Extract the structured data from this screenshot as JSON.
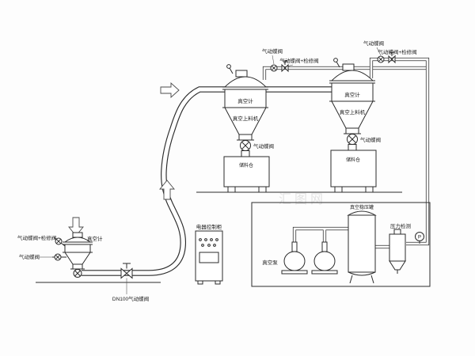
{
  "watermark": {
    "text": "汇图网"
  },
  "station": {
    "valve_service_label": "气动蝶阀+检修阀",
    "valve_label": "气动蝶阀",
    "gauge_label": "真空计",
    "line_valve_label": "DN100气动蝶阀"
  },
  "cabinet": {
    "label": "电器控制柜"
  },
  "unit1": {
    "top_valve_label": "气动蝶阀",
    "top_valve_service_label": "气动蝶阀+检修阀",
    "gauge_label": "真空计",
    "name_label": "真空上料机",
    "discharge_valve_label": "气动蝶阀",
    "bin_label": "储料仓"
  },
  "unit2": {
    "top_valve_label": "气动蝶阀",
    "top_valve_service_label": "气动蝶阀+检修阀",
    "gauge_label": "真空计",
    "name_label": "真空上料机",
    "discharge_valve_label": "气动蝶阀",
    "bin_label": "储料仓"
  },
  "pump_room": {
    "pump_label": "真空泵",
    "tank_label": "真空稳压罐",
    "pressure_label": "压力检测",
    "gauge_letter": "P"
  }
}
